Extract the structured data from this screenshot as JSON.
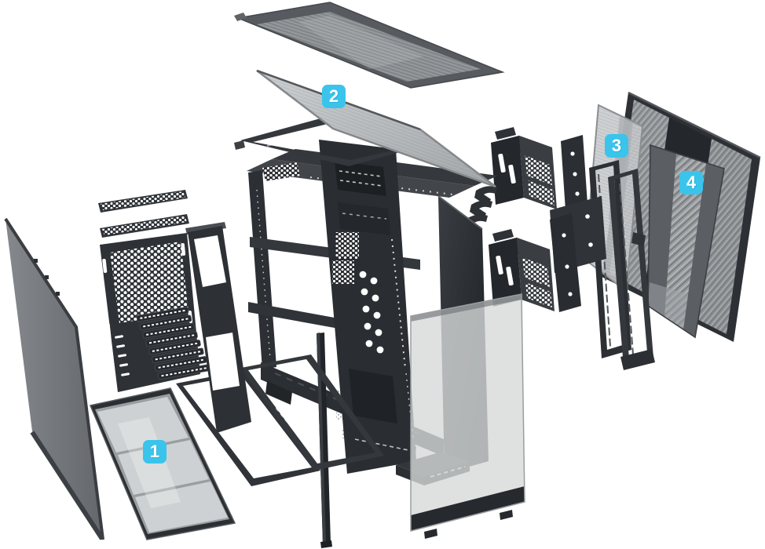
{
  "figure": {
    "kind": "exploded-parts-diagram",
    "background_color": "#ffffff",
    "accent_color": "#3ac4ec",
    "badge_text_color": "#ffffff"
  },
  "callouts": [
    {
      "label": "1",
      "part": "bottom-dust-filter"
    },
    {
      "label": "2",
      "part": "top-dust-filter"
    },
    {
      "label": "3",
      "part": "side-glass-panel"
    },
    {
      "label": "4",
      "part": "side-mesh-panel"
    }
  ]
}
